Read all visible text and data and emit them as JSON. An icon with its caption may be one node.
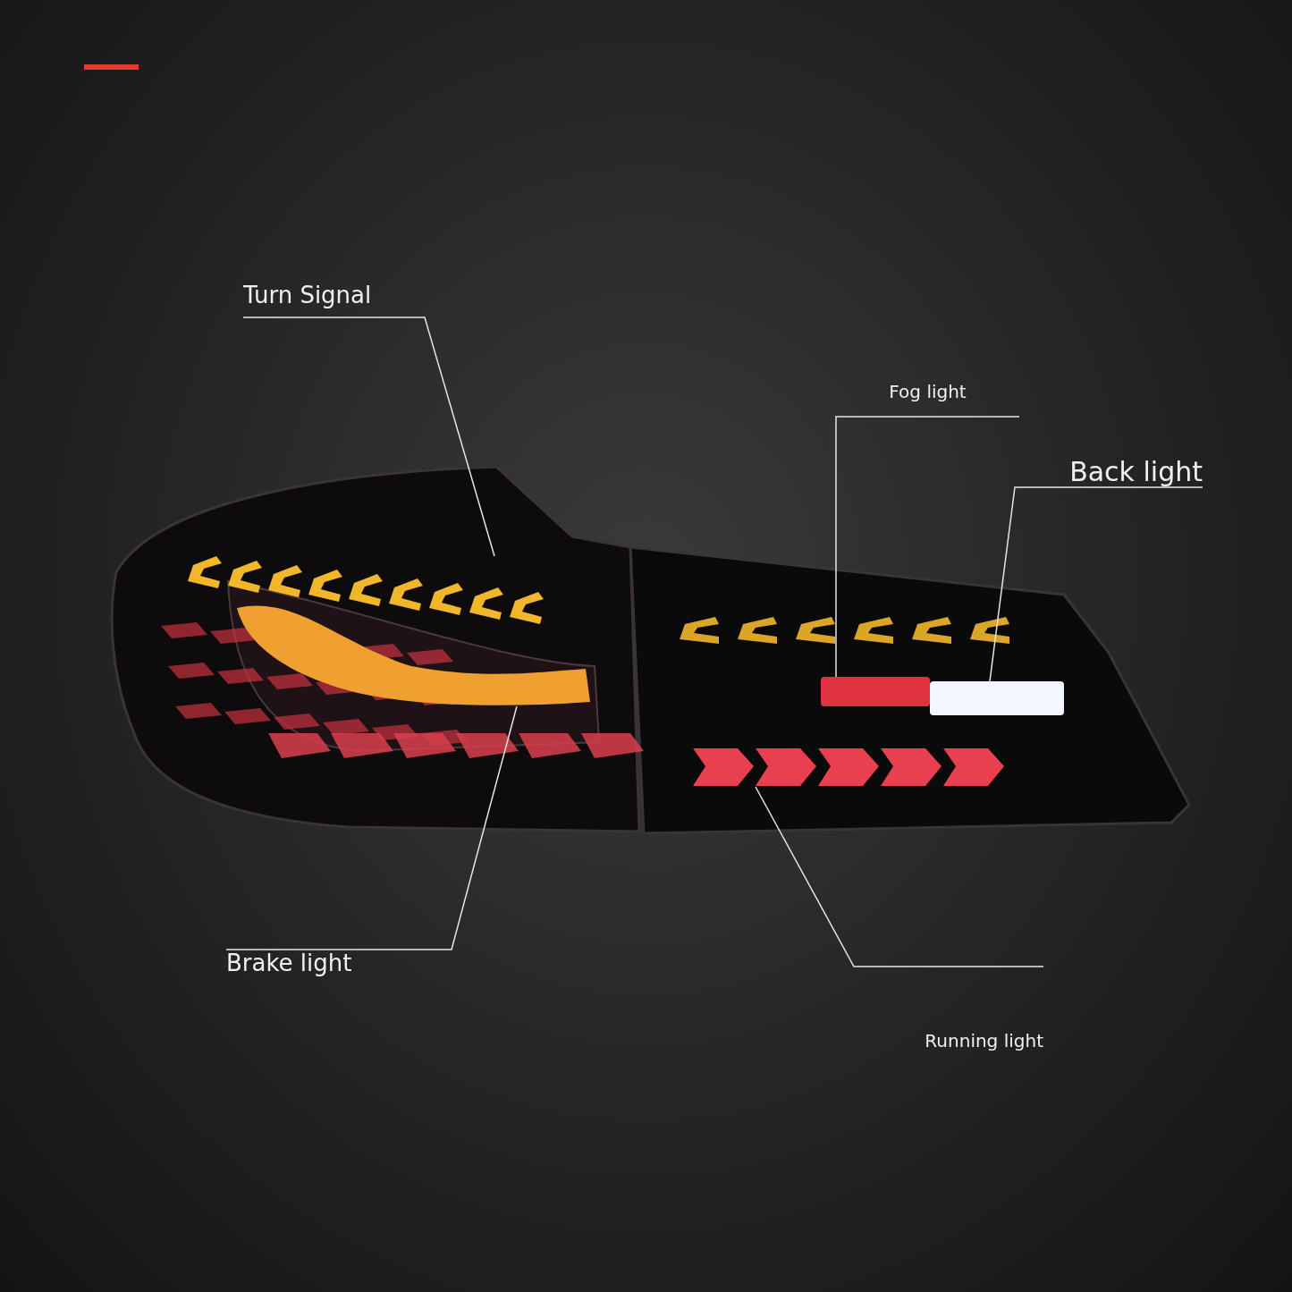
{
  "diagram": {
    "nodes": [
      {
        "text": [
          "Turn Signal"
        ]
      },
      {
        "text": [
          "Fog light"
        ]
      },
      {
        "text": [
          "Back light"
        ]
      },
      {
        "text": [
          "Brake light"
        ]
      },
      {
        "text": [
          "Running light"
        ]
      },
      {
        "text": [],
        "shape": "picture"
      },
      {
        "text": [],
        "shape": "bar"
      },
      {
        "text": [],
        "shape": "bar"
      },
      {
        "text": [],
        "shape": "bar"
      },
      {
        "text": [],
        "shape": "picture"
      }
    ],
    "edges": [
      {
        "from": 0,
        "to": 5,
        "arrow": "none"
      },
      {
        "from": 1,
        "to": 7,
        "arrow": "none"
      },
      {
        "from": 2,
        "to": 8,
        "arrow": "none"
      },
      {
        "from": 3,
        "to": 6,
        "arrow": "none"
      },
      {
        "from": 4,
        "to": 9,
        "arrow": "none"
      }
    ]
  }
}
